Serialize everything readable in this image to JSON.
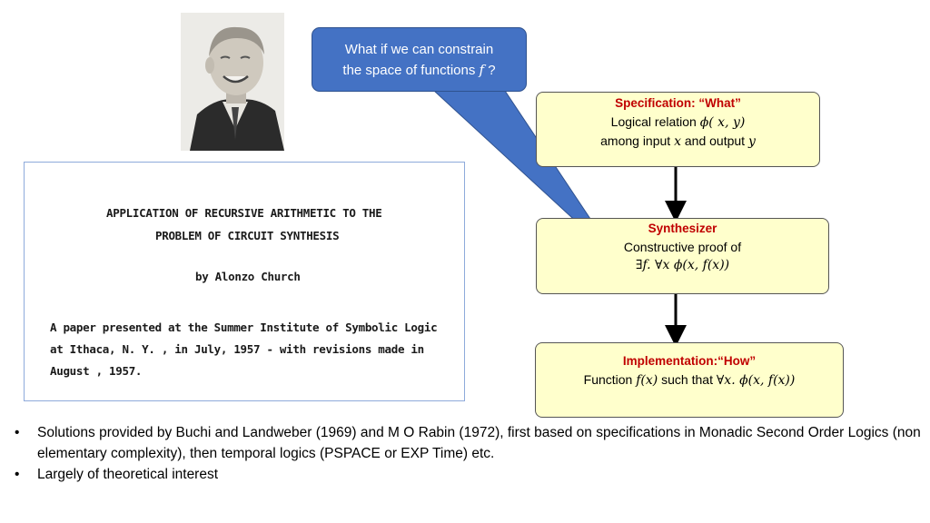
{
  "callout": {
    "line1": "What if we can constrain",
    "line2_prefix": "the space of functions ",
    "line2_math": "f",
    "line2_suffix": " ?"
  },
  "paper": {
    "title_line1": "APPLICATION OF RECURSIVE ARITHMETIC TO THE",
    "title_line2": "PROBLEM OF CIRCUIT SYNTHESIS",
    "author": "by Alonzo Church",
    "body": "A paper presented at the Summer Institute of Symbolic Logic\nat Ithaca, N. Y. , in July, 1957 - with revisions made in\nAugust , 1957."
  },
  "spec_box": {
    "heading": "Specification: “What”",
    "line1_text": "Logical relation ",
    "line1_math": "ϕ( x, y)",
    "line2_a": "among input ",
    "line2_x": "x",
    "line2_b": " and output ",
    "line2_y": "y"
  },
  "synth_box": {
    "heading": "Synthesizer",
    "line1": "Constructive proof of",
    "line2_math": "∃f. ∀x ϕ(x, f(x))"
  },
  "impl_box": {
    "heading": "Implementation:“How”",
    "line1_a": "Function ",
    "line1_math1": "f(x)",
    "line1_b": " such that ",
    "line1_math2": "∀x. ϕ(x, f(x))"
  },
  "bullets": [
    "Solutions provided by Buchi and Landweber (1969) and M O Rabin (1972), first based on specifications in Monadic Second Order Logics (non elementary complexity), then temporal logics (PSPACE or EXP Time) etc.",
    "Largely of theoretical interest"
  ],
  "colors": {
    "callout_fill": "#4472c4",
    "box_fill": "#ffffcc",
    "heading_red": "#c00000",
    "paper_border": "#8eaadb"
  }
}
